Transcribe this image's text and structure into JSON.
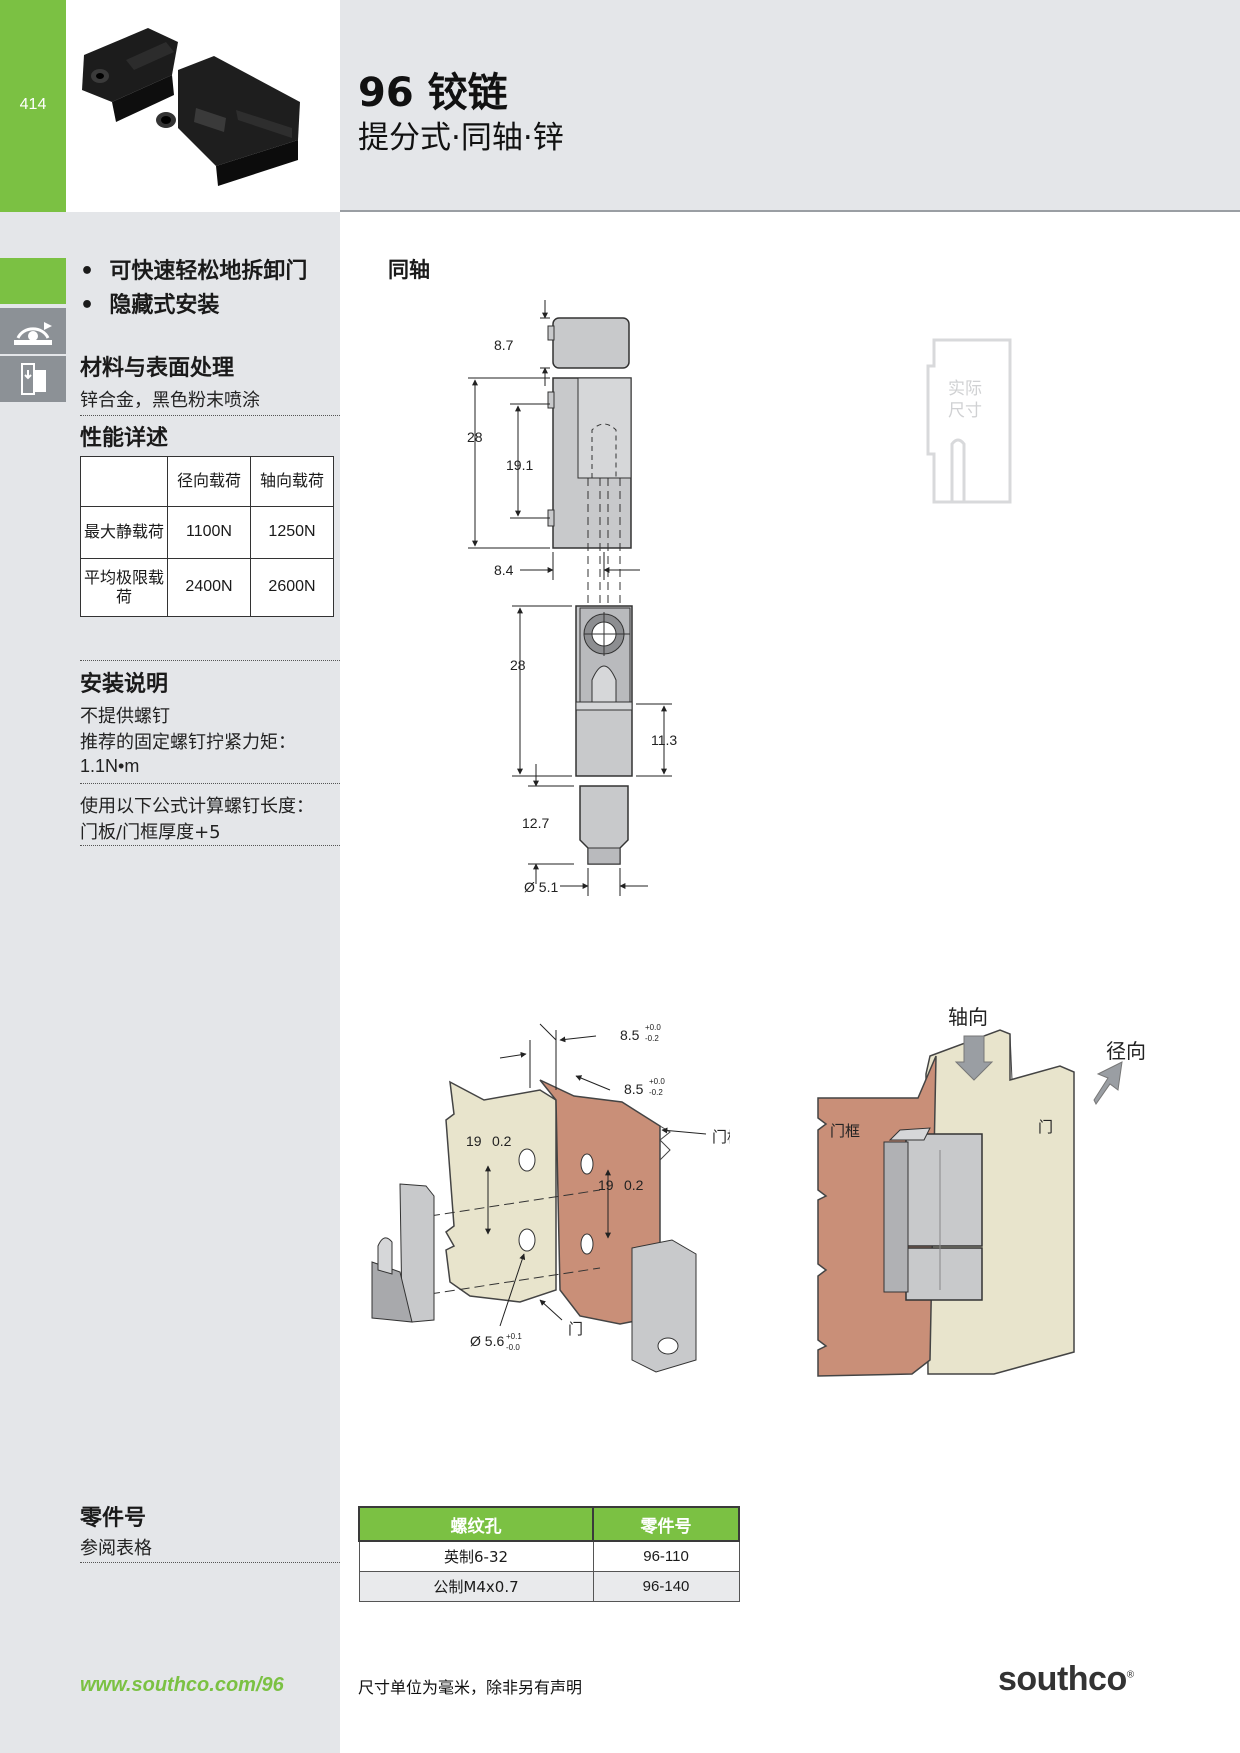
{
  "page": {
    "number": "414"
  },
  "header": {
    "title": "96 铰链",
    "subtitle": "提分式·同轴·锌"
  },
  "features": [
    "可快速轻松地拆卸门",
    "隐藏式安装"
  ],
  "material": {
    "heading": "材料与表面处理",
    "text": "锌合金，黑色粉末喷涂"
  },
  "performance": {
    "heading": "性能详述",
    "columns": [
      "径向载荷",
      "轴向载荷"
    ],
    "rows": [
      {
        "label": "最大静载荷",
        "radial": "1100N",
        "axial": "1250N"
      },
      {
        "label": "平均极限载荷",
        "radial": "2400N",
        "axial": "2600N"
      }
    ]
  },
  "installation": {
    "heading": "安装说明",
    "lines": [
      "不提供螺钉",
      "推荐的固定螺钉拧紧力矩：",
      "1.1N•m"
    ],
    "formula_lines": [
      "使用以下公式计算螺钉长度：",
      "门板/门框厚度+5"
    ]
  },
  "parts": {
    "heading": "零件号",
    "note": "参阅表格",
    "table_headers": [
      "螺纹孔",
      "零件号"
    ],
    "rows": [
      {
        "thread": "英制6-32",
        "part": "96-110"
      },
      {
        "thread": "公制M4x0.7",
        "part": "96-140"
      }
    ]
  },
  "drawing": {
    "section_title": "同轴",
    "actual_size": "实际尺寸",
    "dims": [
      "8.7",
      "28",
      "19.1",
      "8.4",
      "28",
      "11.3",
      "12.7",
      "Ø 5.1"
    ],
    "install_dims": [
      "8.5",
      "+0.0",
      "-0.2",
      "8.5",
      "+0.0",
      "-0.2",
      "19",
      "0.2",
      "19",
      "0.2",
      "Ø 5.6",
      "+0.1",
      "-0.0"
    ],
    "labels": {
      "frame": "门框",
      "door": "门",
      "axial": "轴向",
      "radial": "径向"
    }
  },
  "footer": {
    "url": "www.southco.com/96",
    "note": "尺寸单位为毫米，除非另有声明",
    "logo": "southco",
    "logo_mark": "®"
  },
  "colors": {
    "accent": "#7bc143",
    "band": "#e4e6e9",
    "frame_copper": "#c98f78",
    "door_cream": "#e8e4cc"
  }
}
